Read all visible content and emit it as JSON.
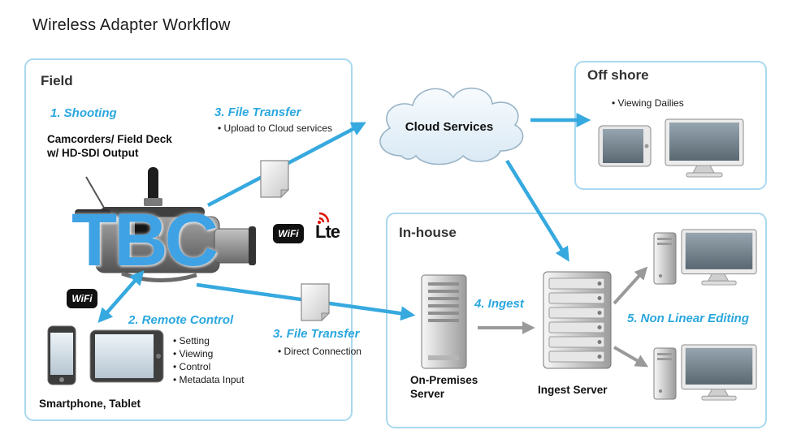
{
  "title": "Wireless Adapter Workflow",
  "colors": {
    "accent_blue": "#2AA7DF",
    "panel_border": "#A9D9EF",
    "arrow_gray": "#9A9A9A",
    "lte_red": "#DD1100",
    "watermark_blue": "#3FA2E4"
  },
  "field": {
    "label": "Field",
    "step_shooting": "1. Shooting",
    "camcorder_caption_line1": "Camcorders/ Field Deck",
    "camcorder_caption_line2": "w/ HD-SDI Output",
    "tbc_watermark": "TBC",
    "step_file_transfer_cloud": "3. File Transfer",
    "file_transfer_cloud_bullet": "Upload to Cloud services",
    "wifi_label": "WiFi",
    "lte_label": "Lte",
    "step_remote_control": "2. Remote Control",
    "remote_bullets": [
      "Setting",
      "Viewing",
      "Control",
      "Metadata Input"
    ],
    "devices_caption": "Smartphone, Tablet",
    "step_file_transfer_direct": "3. File Transfer",
    "file_transfer_direct_bullet": "Direct  Connection"
  },
  "cloud": {
    "label": "Cloud Services"
  },
  "offshore": {
    "label": "Off shore",
    "bullet": "Viewing Dailies"
  },
  "inhouse": {
    "label": "In-house",
    "step_ingest": "4. Ingest",
    "on_premises_line1": "On-Premises",
    "on_premises_line2": "Server",
    "ingest_server_caption": "Ingest Server",
    "step_nle": "5. Non Linear Editing"
  }
}
